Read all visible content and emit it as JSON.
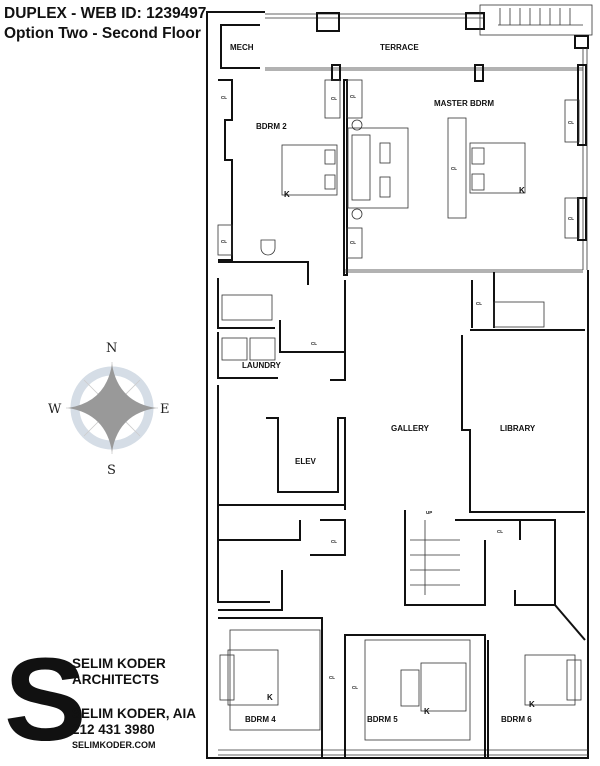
{
  "header": {
    "title_line1": "DUPLEX - WEB ID: 1239497",
    "title_line2": "Option Two - Second Floor"
  },
  "logo": {
    "mark": "S",
    "firm_line1": "SELIM KODER",
    "firm_line2": "ARCHITECTS",
    "name": "SELIM KODER, AIA",
    "phone": "212 431 3980",
    "website": "SELIMKODER.COM"
  },
  "compass": {
    "north": "N",
    "south": "S",
    "east": "E",
    "west": "W"
  },
  "rooms": {
    "mech": "MECH",
    "terrace": "TERRACE",
    "bdrm2": "BDRM 2",
    "master": "MASTER BDRM",
    "laundry": "LAUNDRY",
    "gallery": "GALLERY",
    "library": "LIBRARY",
    "elev": "ELEV",
    "bdrm4": "BDRM 4",
    "bdrm5": "BDRM 5",
    "bdrm6": "BDRM 6"
  },
  "labels": {
    "closet": "CL",
    "king": "K",
    "up": "UP"
  },
  "colors": {
    "compass_ring": "#d5dde6",
    "compass_star": "#999999",
    "wall": "#111111"
  }
}
